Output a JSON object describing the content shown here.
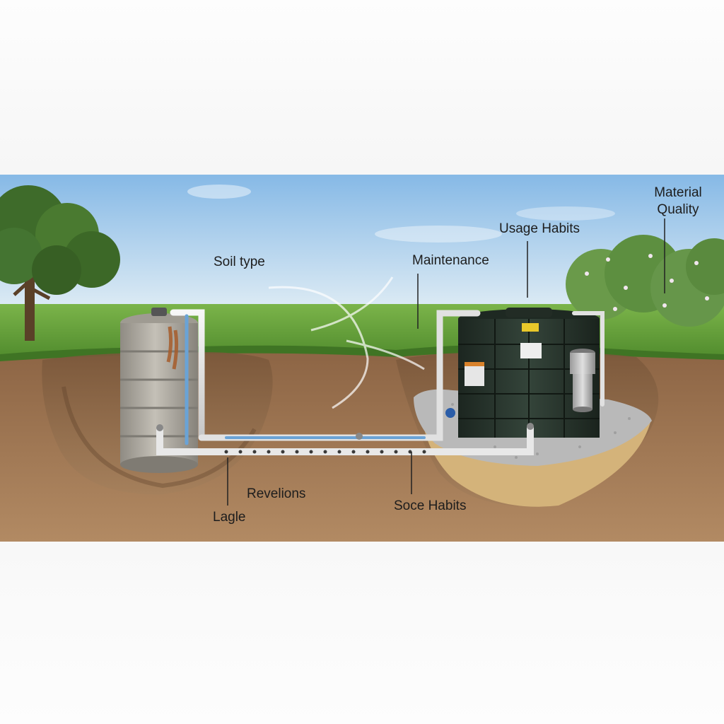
{
  "labels": {
    "soil_type": "Soil type",
    "maintenance": "Maintenance",
    "usage_habits": "Usage Habits",
    "material_quality": "Material\nQuality",
    "material_quality_line1": "Material",
    "material_quality_line2": "Quality",
    "revelions": "Revelions",
    "lagle": "Lagle",
    "soce_habits": "Soce Habits"
  },
  "colors": {
    "sky_top": "#8fbde6",
    "sky_bottom": "#dcebf5",
    "grass": "#5e9a35",
    "soil": "#9a7351",
    "soil_dark": "#6f4f35",
    "gravel": "#b7b7b7",
    "sand": "#d3b47c",
    "concrete_tank": "#a9a59c",
    "plastic_tank": "#26322a",
    "pipe": "#e5e5e5",
    "pipe_blue": "#6aa3d6",
    "rust": "#a65c2a"
  },
  "icons": [
    "tree",
    "shrubs",
    "concrete-tank",
    "plastic-tank",
    "filter-unit",
    "pipe-network"
  ]
}
